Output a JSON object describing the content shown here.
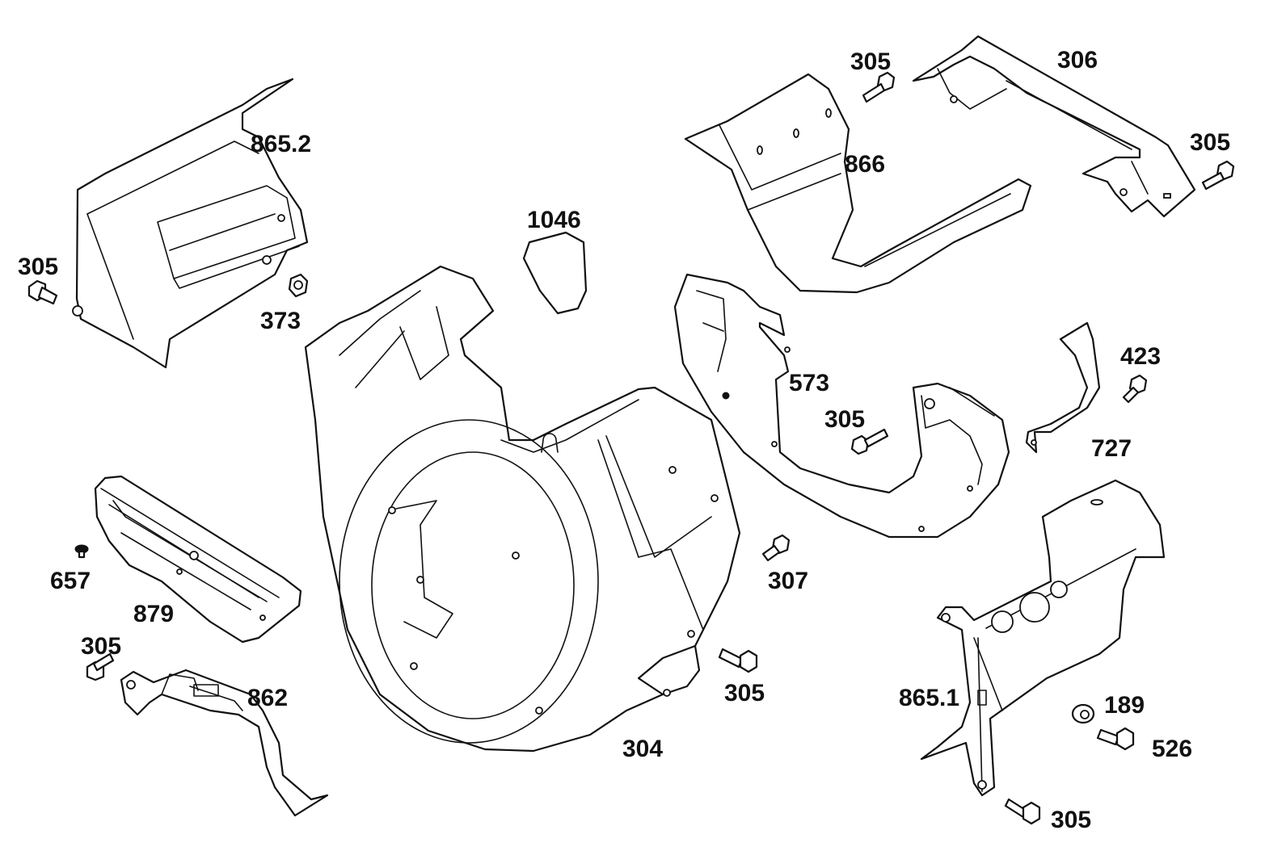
{
  "diagram": {
    "part_labels": {
      "p865_2": "865.2",
      "p305_left": "305",
      "p373": "373",
      "p1046": "1046",
      "p305_top": "305",
      "p306": "306",
      "p305_top_right": "305",
      "p866": "866",
      "p573": "573",
      "p305_mid": "305",
      "p423": "423",
      "p727": "727",
      "p657": "657",
      "p879": "879",
      "p305_lower_left": "305",
      "p862": "862",
      "p307": "307",
      "p305_center": "305",
      "p304": "304",
      "p865_1": "865.1",
      "p189": "189",
      "p526": "526",
      "p305_bottom": "305"
    }
  }
}
